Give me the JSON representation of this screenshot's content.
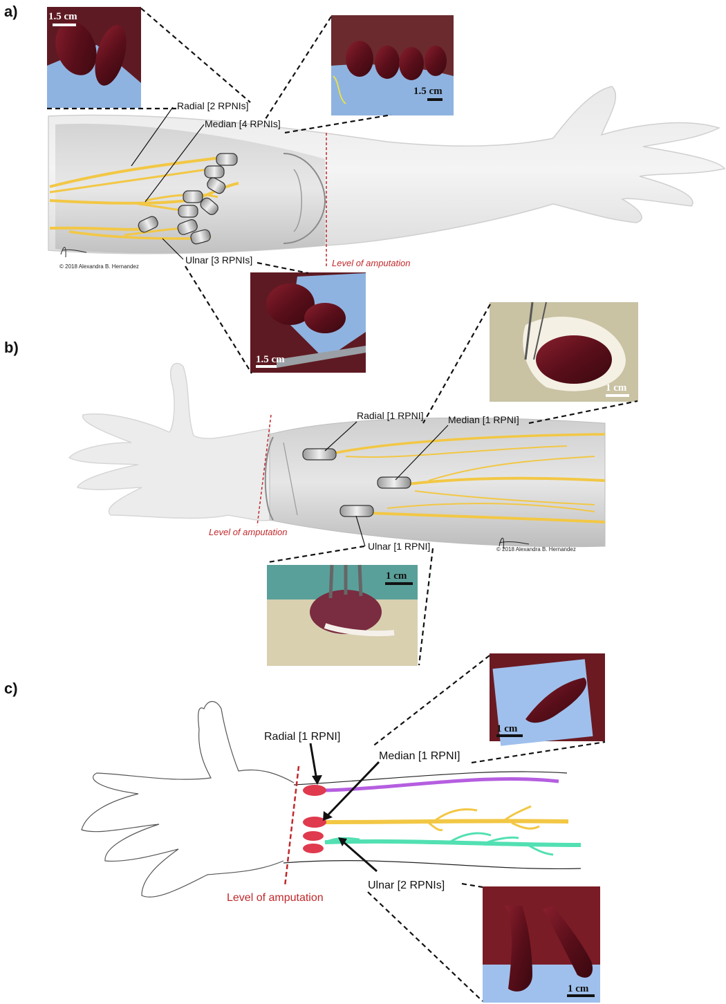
{
  "panels": [
    {
      "letter": "a)",
      "labels": {
        "radial": "Radial [2 RPNIs]",
        "median": "Median [4 RPNIs]",
        "ulnar": "Ulnar [3 RPNIs]",
        "amputation": "Level of amputation"
      },
      "copyright": "© 2018 Alexandra B. Hernandez",
      "scale_bars": [
        "1.5 cm",
        "1.5 cm",
        "1.5 cm"
      ]
    },
    {
      "letter": "b)",
      "labels": {
        "radial": "Radial [1 RPNI]",
        "median": "Median [1 RPNI]",
        "ulnar": "Ulnar [1 RPNI]",
        "amputation": "Level of amputation"
      },
      "copyright": "© 2018 Alexandra B. Hernandez",
      "scale_bars": [
        "1 cm",
        "1 cm"
      ]
    },
    {
      "letter": "c)",
      "labels": {
        "radial": "Radial [1 RPNI]",
        "median": "Median [1 RPNI]",
        "ulnar": "Ulnar [2 RPNIs]",
        "amputation": "Level of amputation"
      },
      "scale_bars": [
        "1 cm",
        "1 cm"
      ]
    }
  ],
  "colors": {
    "nerve_yellow": "#f2c744",
    "nerve_purple": "#b55ee0",
    "nerve_teal": "#52e0b2",
    "rpni_red": "#e03a4e",
    "amputation_red": "#c0282b",
    "tissue": "#6b1622",
    "drape_blue": "#8fb3e0"
  }
}
